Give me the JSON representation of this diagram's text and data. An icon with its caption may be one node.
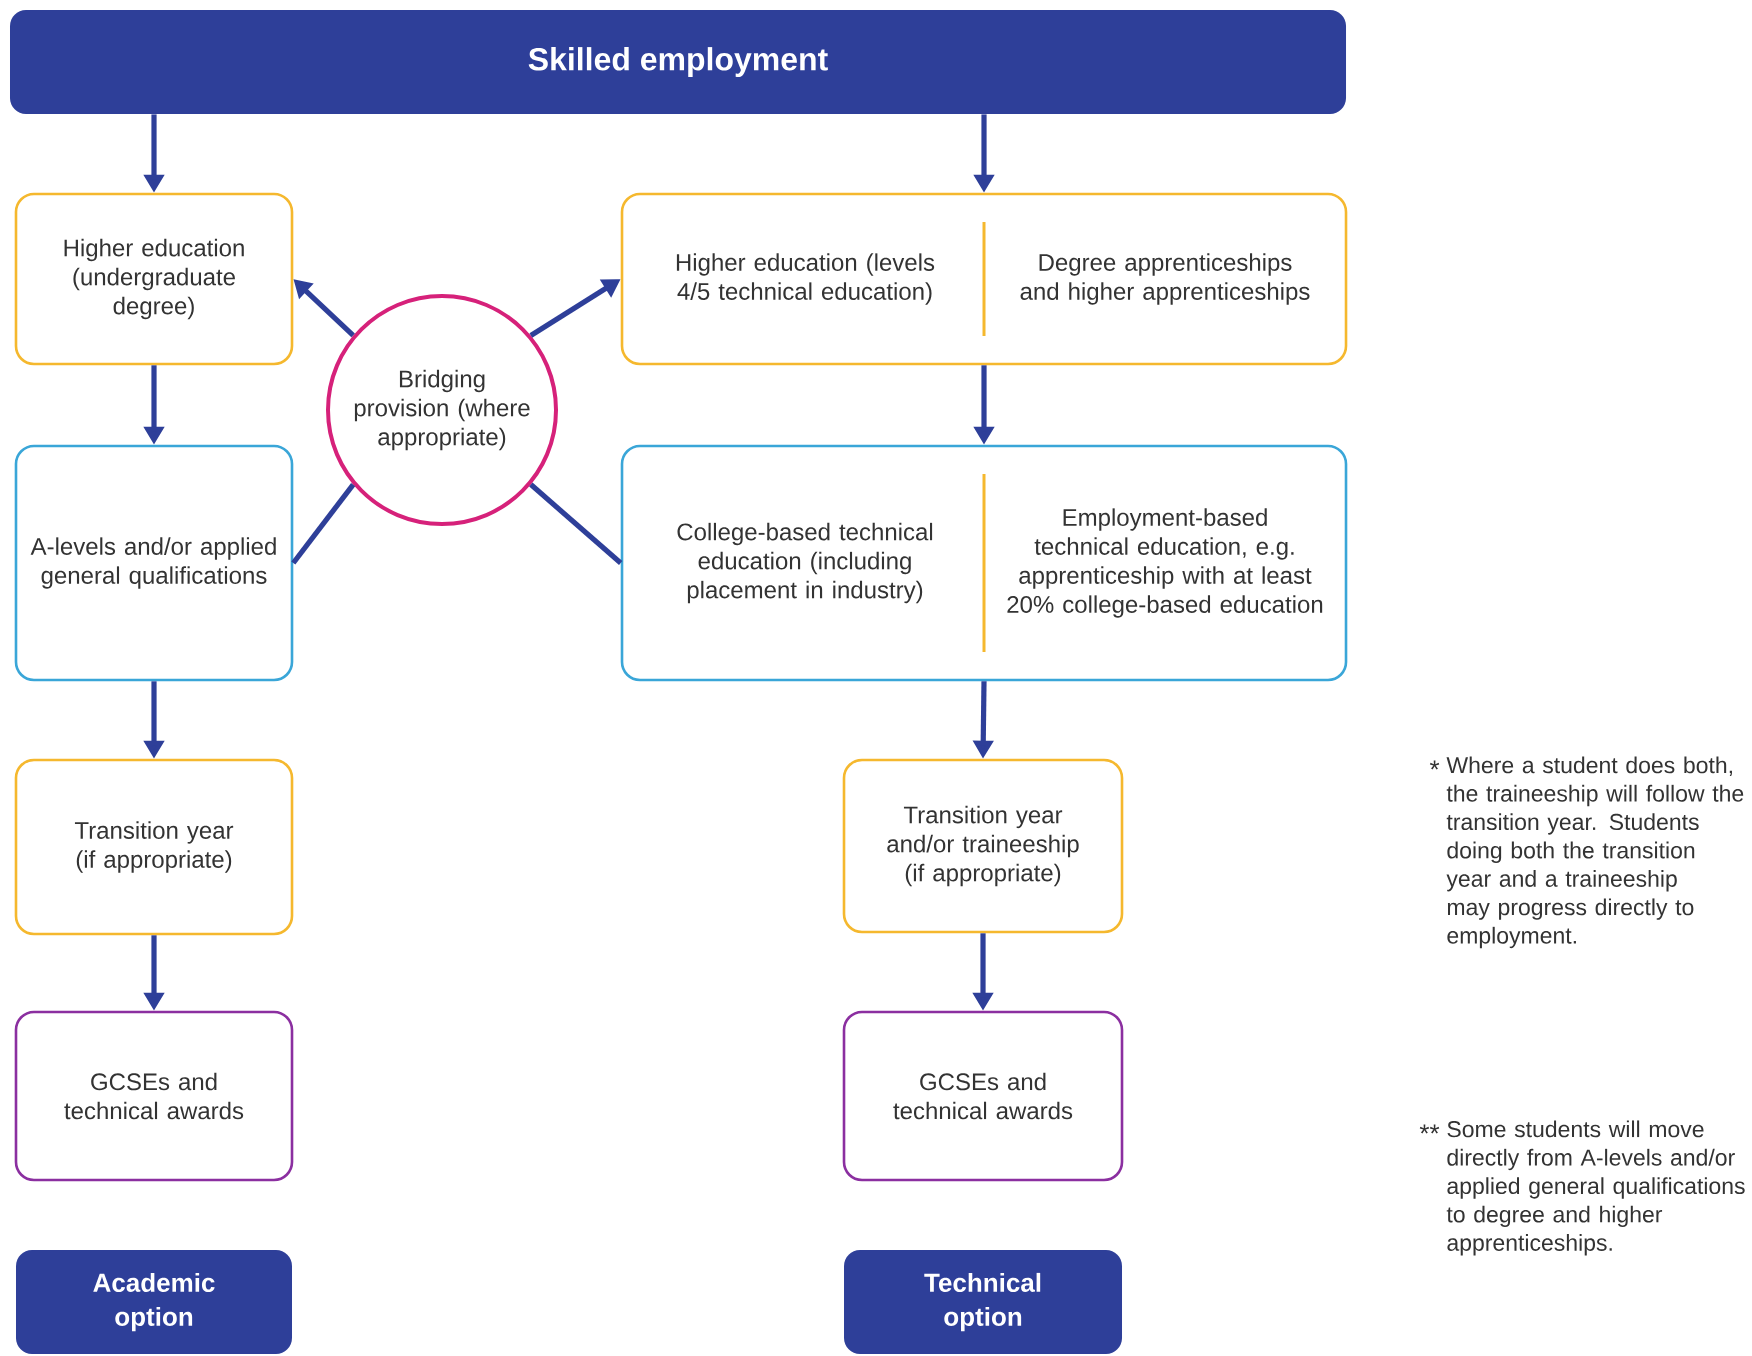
{
  "diagram": {
    "nodes": [
      {
        "text": [
          "Skilled employment"
        ]
      },
      {
        "text": [
          "Higher education (undergraduate degree)"
        ]
      },
      {
        "text": [
          "Bridging provision (where appropriate)"
        ]
      },
      {
        "text": [
          "Higher education (levels 4/5 technical education)",
          "Degree apprenticeships and higher apprenticeships"
        ]
      },
      {
        "text": [
          "A-levels and/or applied general qualifications"
        ]
      },
      {
        "text": [
          "College-based technical education (including placement in industry)",
          "Employment-based technical education, e.g. apprenticeship with at least 20% college-based education"
        ]
      },
      {
        "text": [
          "Transition year (if appropriate)"
        ]
      },
      {
        "text": [
          "Transition year and/or traineeship (if appropriate)"
        ]
      },
      {
        "text": [
          "GCSEs and technical awards"
        ]
      },
      {
        "text": [
          "GCSEs and technical awards"
        ]
      },
      {
        "text": [
          "Academic option"
        ]
      },
      {
        "text": [
          "Technical option"
        ]
      }
    ],
    "edges": [
      {
        "from": 0,
        "to": 1,
        "arrow": "to"
      },
      {
        "from": 0,
        "to": 3,
        "arrow": "to"
      },
      {
        "from": 2,
        "to": 1,
        "arrow": "to"
      },
      {
        "from": 2,
        "to": 3,
        "arrow": "to"
      },
      {
        "from": 1,
        "to": 4,
        "arrow": "to"
      },
      {
        "from": 3,
        "to": 5,
        "arrow": "to"
      },
      {
        "from": 4,
        "to": 2,
        "arrow": "none"
      },
      {
        "from": 5,
        "to": 2,
        "arrow": "none"
      },
      {
        "from": 4,
        "to": 6,
        "arrow": "to"
      },
      {
        "from": 5,
        "to": 7,
        "arrow": "to"
      },
      {
        "from": 6,
        "to": 8,
        "arrow": "to"
      },
      {
        "from": 7,
        "to": 9,
        "arrow": "to"
      }
    ],
    "labels": [
      "*",
      "Where a student does both, the traineeship will follow the transition year. Students doing both the transition year and a traineeship may progress directly to employment.",
      "**",
      "Some students will move directly from A-levels and/or applied general qualifications to degree and higher apprenticeships."
    ]
  }
}
